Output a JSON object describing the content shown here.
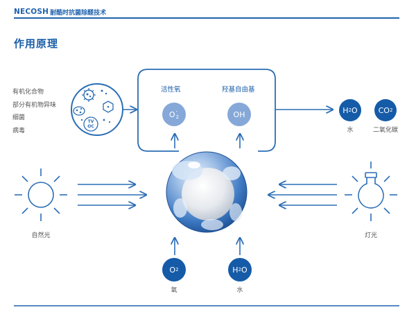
{
  "header": {
    "brand": "NECOSH",
    "subtitle": "耐酷时抗菌除醛技术"
  },
  "section_title": "作用原理",
  "pollutants": [
    "有机化合物",
    "部分有机物异味",
    "细菌",
    "病毒"
  ],
  "reaction_box": {
    "labels": [
      "活性氧",
      "羟基自由基"
    ],
    "molecules": [
      {
        "base": "O",
        "sup": "-",
        "sub": "2"
      },
      {
        "text": "OH"
      }
    ]
  },
  "products": [
    {
      "base": "H",
      "sub": "2",
      "rest": "O",
      "label": "水"
    },
    {
      "base": "CO",
      "sub": "2",
      "label": "二氧化碳"
    }
  ],
  "light_sources": [
    {
      "label": "自然光",
      "icon": "sun-icon"
    },
    {
      "label": "灯光",
      "icon": "lamp-icon"
    }
  ],
  "inputs": [
    {
      "base": "O",
      "sub": "2",
      "label": "氧"
    },
    {
      "base": "H",
      "sub": "2",
      "rest": "O",
      "label": "水"
    }
  ],
  "pollutant_icon_text": [
    "TV",
    "OC"
  ],
  "colors": {
    "brand_blue": "#1f62ad",
    "dark_circle": "#155ba8",
    "light_circle": "#85a8d8",
    "arrow": "#2a6db5"
  }
}
